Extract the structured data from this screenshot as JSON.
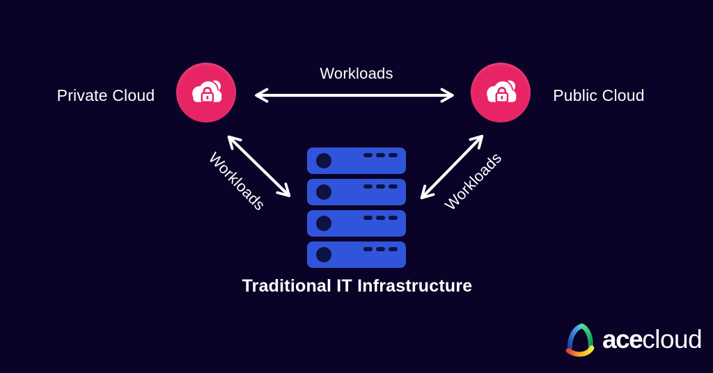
{
  "diagram": {
    "private_cloud": {
      "label": "Private Cloud",
      "icon": "cloud-lock-icon"
    },
    "public_cloud": {
      "label": "Public Cloud",
      "icon": "cloud-lock-icon"
    },
    "infrastructure": {
      "label": "Traditional IT Infrastructure",
      "server_count": 4
    },
    "edges": {
      "top": {
        "label": "Workloads"
      },
      "left": {
        "label": "Workloads"
      },
      "right": {
        "label": "Workloads"
      }
    }
  },
  "logo": {
    "brand_bold": "ace",
    "brand_light": "cloud"
  },
  "colors": {
    "background": "#0a0327",
    "node_circle": "#e72565",
    "server_body": "#3155da",
    "server_detail": "#0d1243",
    "arrow": "#ffffff",
    "text": "#ffffff"
  }
}
